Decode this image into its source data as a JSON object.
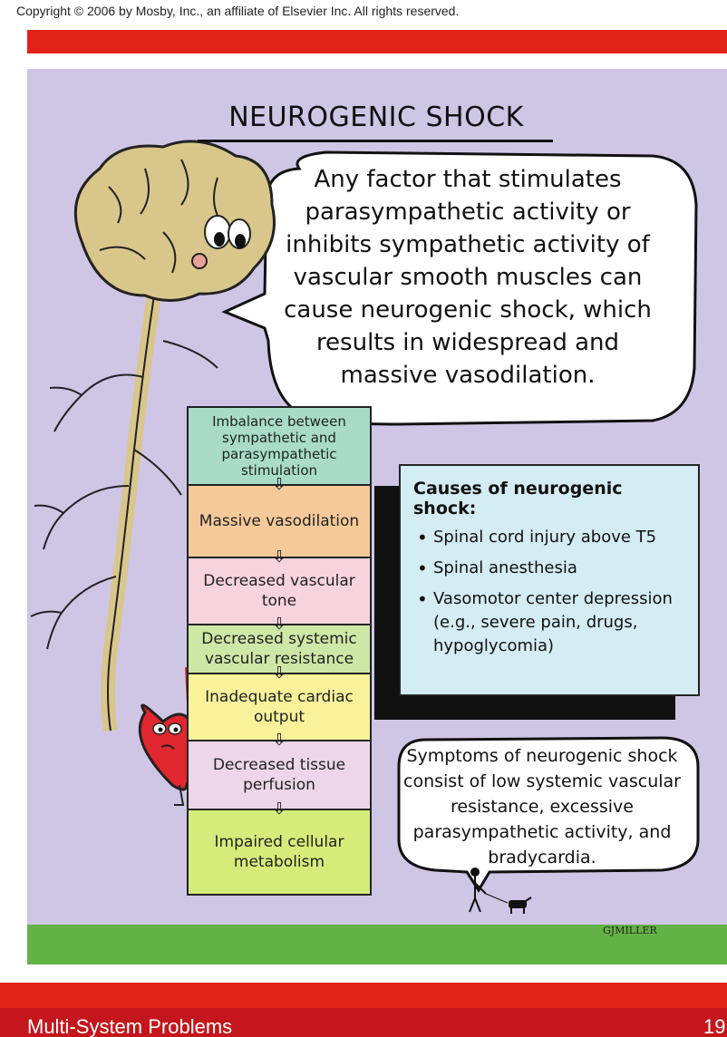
{
  "copyright": "Copyright © 2006 by Mosby, Inc., an affiliate of Elsevier Inc. All rights reserved.",
  "title": "NEUROGENIC SHOCK",
  "speech_bubble": "Any factor that stimulates parasympathetic activity or inhibits sympathetic activity of vascular smooth muscles can cause neurogenic shock, which results in widespread and massive vasodilation.",
  "cascade": [
    {
      "label": "Imbalance between sympathetic and parasympathetic stimulation",
      "color": "#a8dcc9"
    },
    {
      "label": "Massive vasodilation",
      "color": "#f5c99a"
    },
    {
      "label": "Decreased vascular tone",
      "color": "#f7d3de"
    },
    {
      "label": "Decreased systemic vascular resistance",
      "color": "#cde8a6"
    },
    {
      "label": "Inadequate cardiac output",
      "color": "#f9f29b"
    },
    {
      "label": "Decreased tissue perfusion",
      "color": "#ecd6e8"
    },
    {
      "label": "Impaired cellular metabolism",
      "color": "#d6ec7a"
    }
  ],
  "causes": {
    "title": "Causes of neurogenic shock:",
    "items": [
      "Spinal cord injury above T5",
      "Spinal anesthesia",
      "Vasomotor center depression (e.g., severe pain, drugs, hypoglycomia)"
    ]
  },
  "symptoms": "Symptoms of neurogenic shock consist of low systemic vascular resistance, excessive parasympathetic activity, and bradycardia.",
  "signature": "GJMILLER",
  "footer": {
    "section": "Multi-System Problems",
    "page": "19"
  },
  "colors": {
    "accent_red": "#e2231a",
    "panel_lavender": "#cfc6e6",
    "grass_green": "#63b246",
    "causes_box": "#d4ecf3"
  },
  "icons": [
    "brain-character-icon",
    "heart-character-icon",
    "man-walking-dog-icon"
  ]
}
